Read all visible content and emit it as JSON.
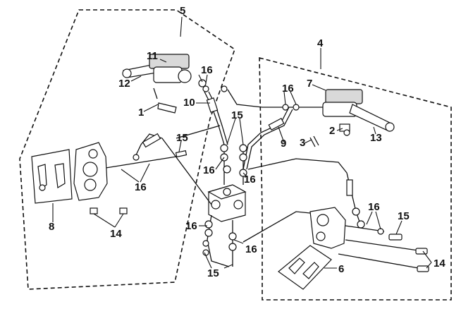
{
  "callouts": {
    "c1": "1",
    "c2": "2",
    "c3": "3",
    "c4": "4",
    "c5": "5",
    "c6": "6",
    "c7": "7",
    "c8": "8",
    "c9": "9",
    "c10": "10",
    "c11": "11",
    "c12": "12",
    "c13": "13",
    "c14_left": "14",
    "c14_right": "14",
    "c15_top": "15",
    "c15_left": "15",
    "c15_right": "15",
    "c15_bottom": "15",
    "c16_top_left": "16",
    "c16_top_right": "16",
    "c16_left_hose": "16",
    "c16_mid_left": "16",
    "c16_mid_right": "16",
    "c16_lower_left": "16",
    "c16_lower_right": "16",
    "c16_right_caliper": "16"
  },
  "style": {
    "line_color": "#111111",
    "fill_color": "#ffffff",
    "shade_color": "#d9d9d9"
  }
}
